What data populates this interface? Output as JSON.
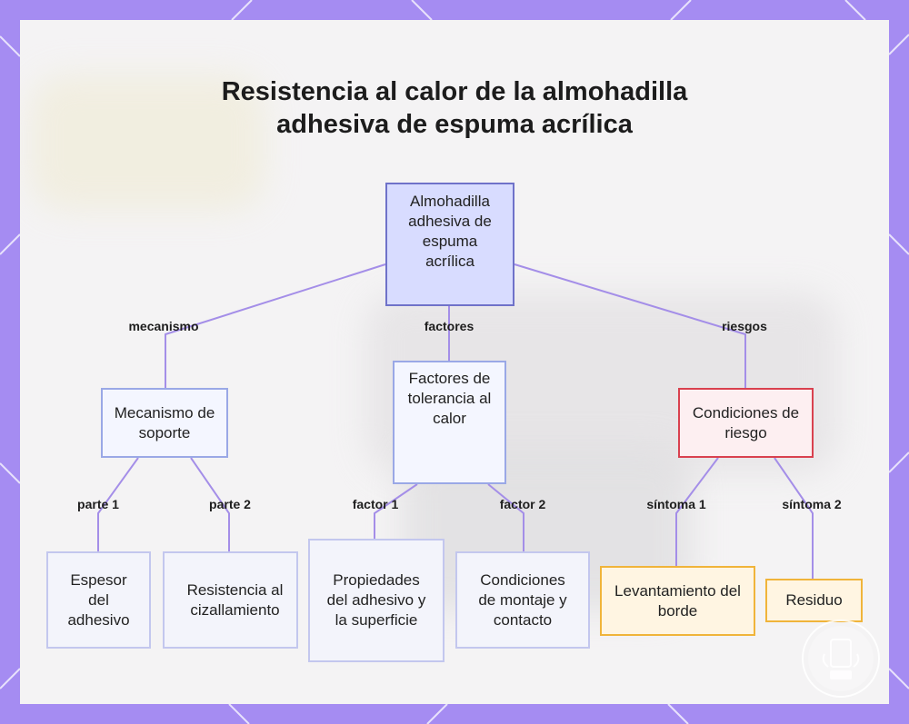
{
  "title": "Resistencia al calor de la almohadilla adhesiva de espuma acrílica",
  "nodes": {
    "root": "Almohadilla adhesiva de espuma acrílica",
    "mechanism": "Mecanismo de soporte",
    "factors": "Factores de tolerancia al calor",
    "risks": "Condiciones de riesgo",
    "thickness": "Espesor del adhesivo",
    "shear": "Resistencia al cizallamiento",
    "properties": "Propiedades del adhesivo y la superficie",
    "mounting": "Condiciones de montaje y contacto",
    "lifting": "Levantamiento del borde",
    "residue": "Residuo"
  },
  "edges": {
    "root_mechanism": "mecanismo",
    "root_factors": "factores",
    "root_risks": "riesgos",
    "mechanism_part1": "parte 1",
    "mechanism_part2": "parte 2",
    "factors_factor1": "factor 1",
    "factors_factor2": "factor 2",
    "risks_symptom1": "síntoma 1",
    "risks_symptom2": "síntoma 2"
  },
  "colors": {
    "frame": "#a58cf2",
    "connector": "#a48ee8",
    "root_fill": "#d8dcff",
    "risk_border": "#d9414f",
    "warning_border": "#f0b43a"
  }
}
